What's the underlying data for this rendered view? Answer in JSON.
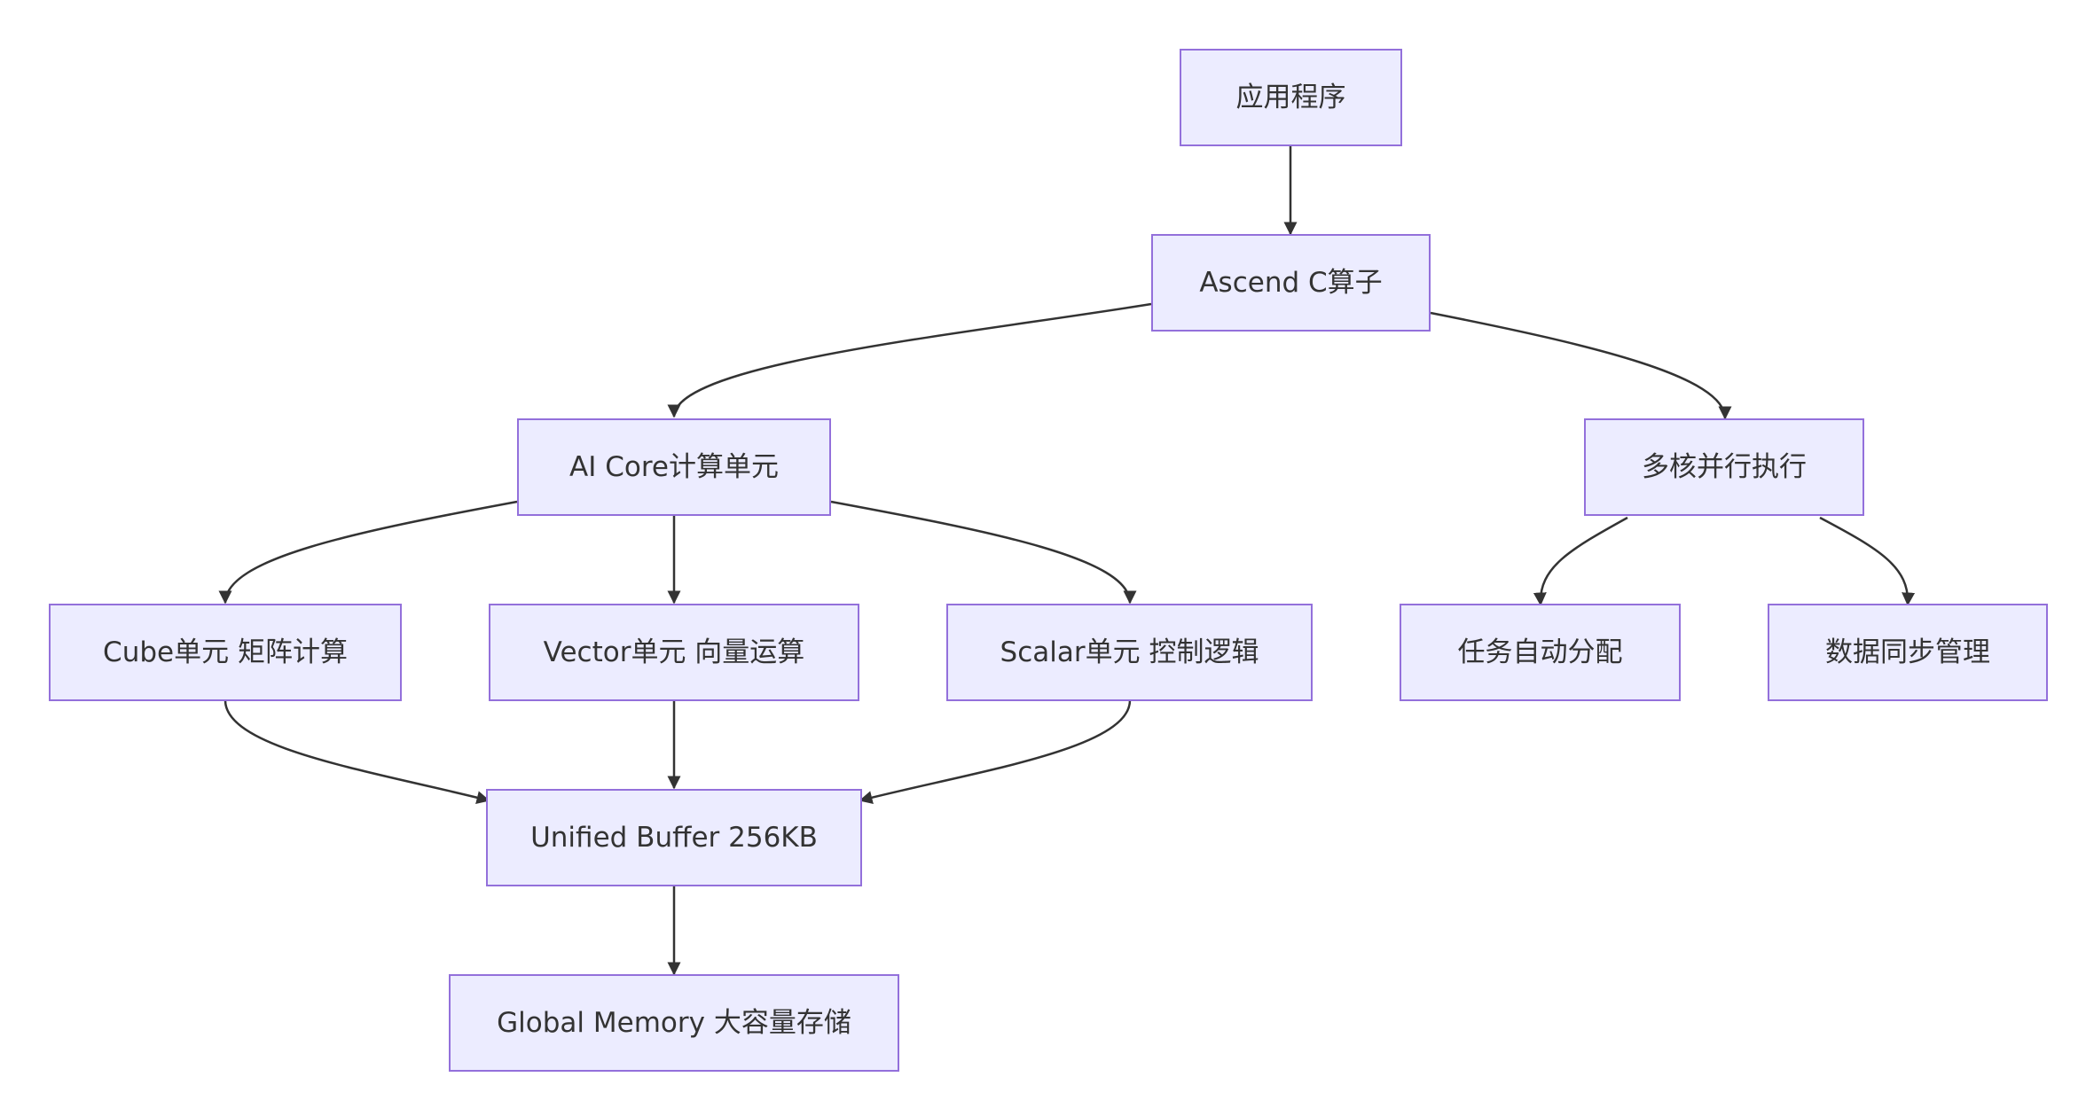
{
  "colors": {
    "node_fill": "#ececff",
    "node_border": "#9370db",
    "text": "#333333",
    "edge": "#333333",
    "background": "#ffffff"
  },
  "nodes": {
    "app": "应用程序",
    "ascend": "Ascend C算子",
    "aicore": "AI Core计算单元",
    "multicore": "多核并行执行",
    "cube": "Cube单元 矩阵计算",
    "vector": "Vector单元 向量运算",
    "scalar": "Scalar单元 控制逻辑",
    "task": "任务自动分配",
    "sync": "数据同步管理",
    "ub": "Unified Buffer 256KB",
    "gm": "Global Memory 大容量存储"
  },
  "edges": [
    {
      "from": "app",
      "to": "ascend"
    },
    {
      "from": "ascend",
      "to": "aicore"
    },
    {
      "from": "ascend",
      "to": "multicore"
    },
    {
      "from": "aicore",
      "to": "cube"
    },
    {
      "from": "aicore",
      "to": "vector"
    },
    {
      "from": "aicore",
      "to": "scalar"
    },
    {
      "from": "multicore",
      "to": "task"
    },
    {
      "from": "multicore",
      "to": "sync"
    },
    {
      "from": "cube",
      "to": "ub"
    },
    {
      "from": "vector",
      "to": "ub"
    },
    {
      "from": "scalar",
      "to": "ub"
    },
    {
      "from": "ub",
      "to": "gm"
    }
  ]
}
